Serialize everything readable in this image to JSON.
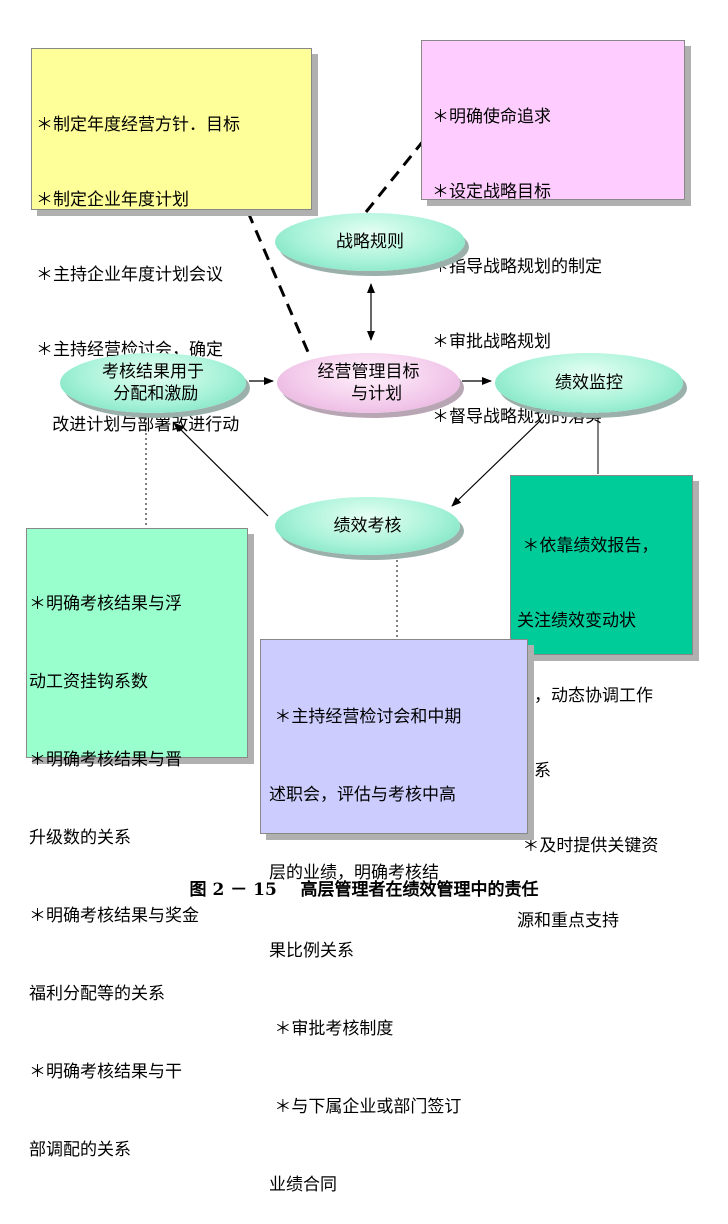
{
  "boxes": {
    "chairman_tasks": [
      "＊制定年度经营方针．目标",
      "＊制定企业年度计划",
      "＊主持企业年度计划会议",
      "＊主持经营检讨会，确定",
      "   改进计划与部署改进行动"
    ],
    "strategy_tasks": [
      "＊明确使命追求",
      "＊设定战略目标",
      "＊指导战略规划的制定",
      "＊审批战略规划",
      "＊督导战略规划的落实"
    ],
    "incentive_tasks": [
      "＊明确考核结果与浮",
      "动工资挂钩系数",
      "＊明确考核结果与晋",
      "升级数的关系",
      "＊明确考核结果与奖金",
      "福利分配等的关系",
      "＊明确考核结果与干",
      "部调配的关系"
    ],
    "monitor_tasks": [
      " ＊依靠绩效报告，",
      "关注绩效变动状",
      "况，动态协调工作",
      "关系",
      " ＊及时提供关键资",
      "源和重点支持"
    ],
    "review_tasks": [
      " ＊主持经营检讨会和中期",
      "述职会，评估与考核中高",
      "层的业绩，明确考核结",
      "果比例关系",
      " ＊审批考核制度",
      " ＊与下属企业或部门签订",
      "业绩合同"
    ]
  },
  "nodes": {
    "strategy": "战略规则",
    "assess_use": "考核结果用于\n 分配和激励",
    "mgmt_goals": "经营管理目标\n   与计划",
    "monitor": "绩效监控",
    "review": "绩效考核"
  },
  "caption": "图 2 － 15    高层管理者在绩效管理中的责任",
  "colors": {
    "yellow_box": "#ffff99",
    "pink_box": "#ffccff",
    "green_box": "#99ffcc",
    "teal_box": "#00cc99",
    "blue_box": "#ccccff"
  }
}
